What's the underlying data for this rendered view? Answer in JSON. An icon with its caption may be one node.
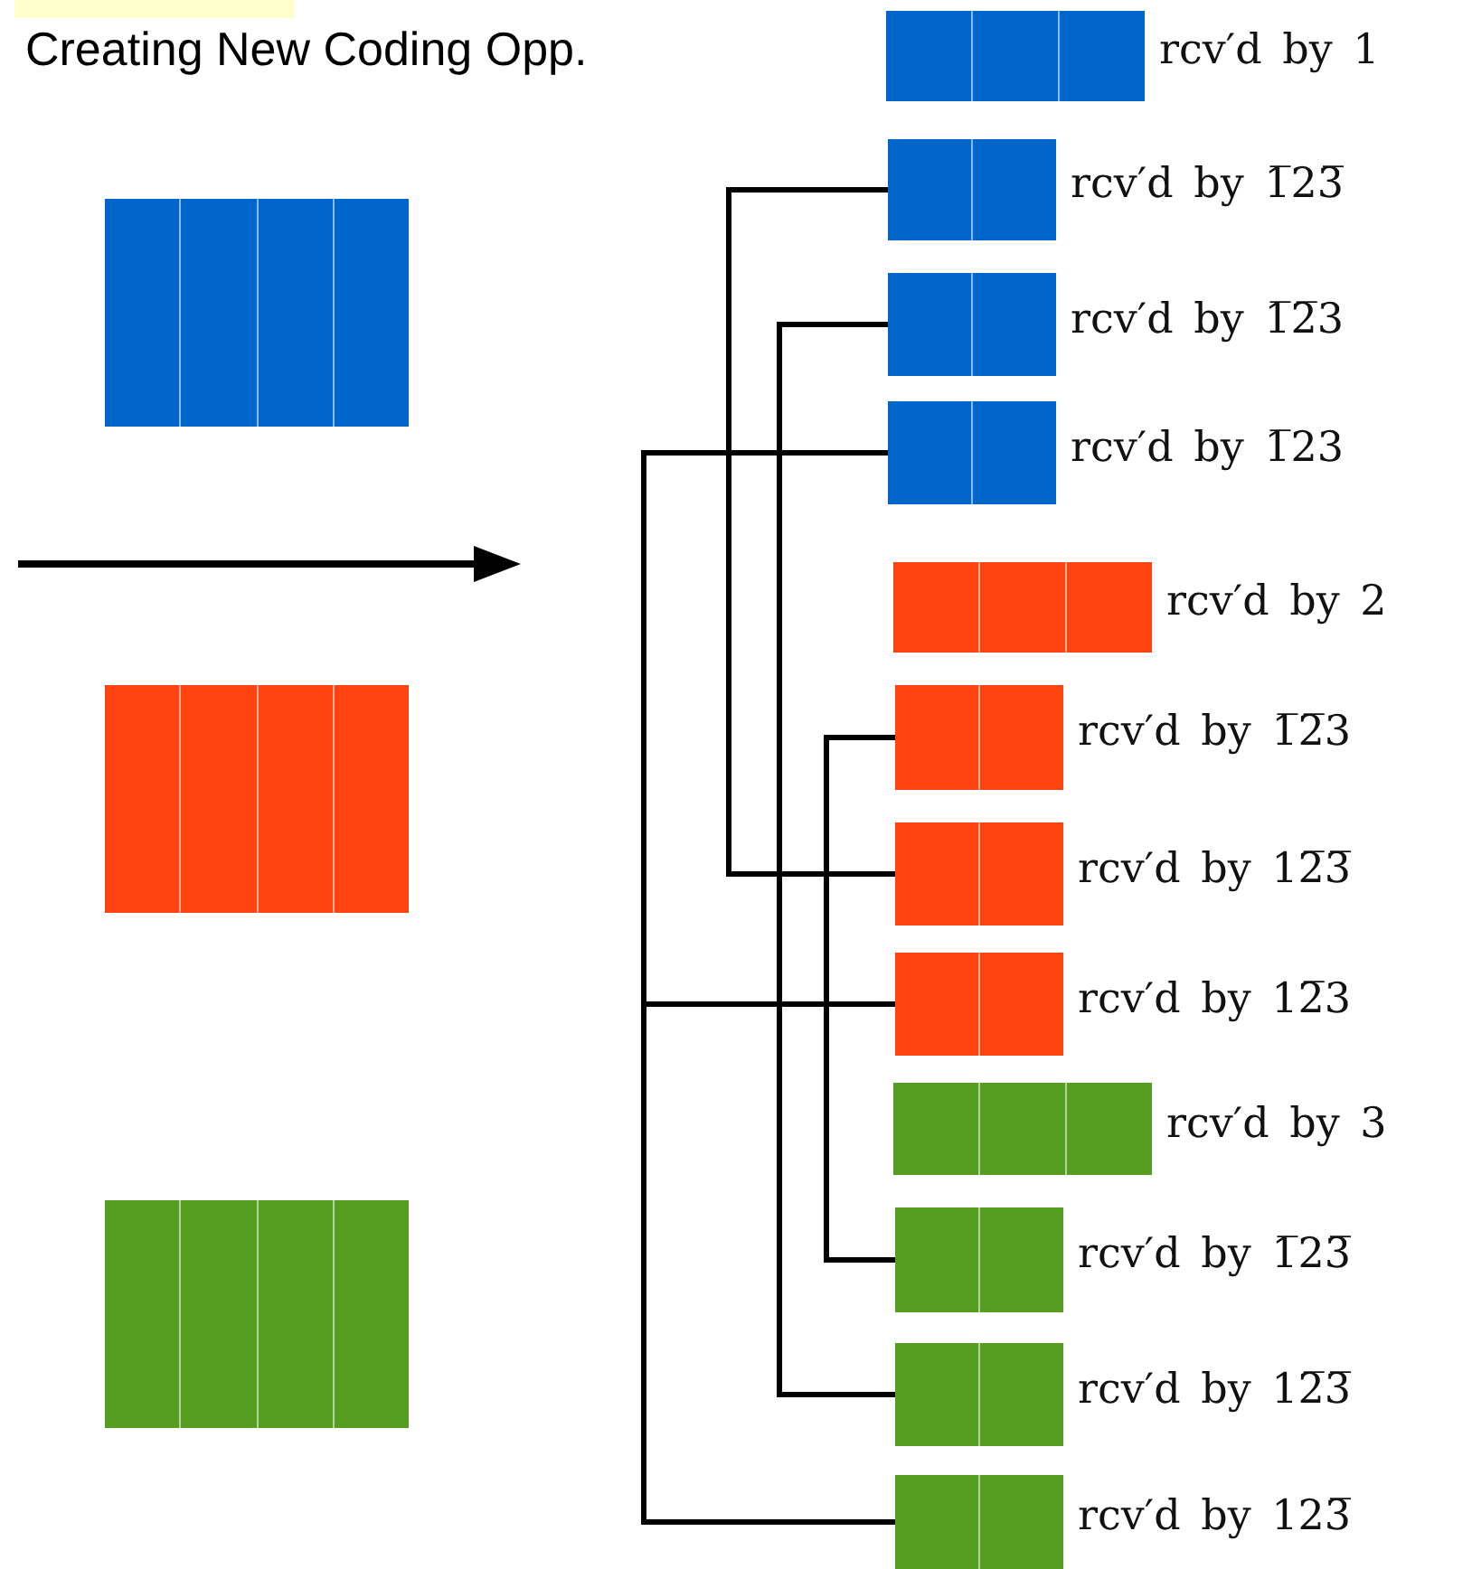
{
  "diagram": {
    "title": "Creating New Coding Opp.",
    "nodes": [
      {
        "text": [],
        "shape": "box"
      },
      {
        "text": [],
        "shape": "box"
      },
      {
        "text": [],
        "shape": "box"
      },
      {
        "text": [],
        "shape": "box",
        "beside": [
          "rcv′d by 1"
        ]
      },
      {
        "text": [],
        "shape": "box",
        "beside": [
          "rcv′d by 1̅23̅"
        ]
      },
      {
        "text": [],
        "shape": "box",
        "beside": [
          "rcv′d by 1̅2̅3"
        ]
      },
      {
        "text": [],
        "shape": "box",
        "beside": [
          "rcv′d by 1̅23"
        ]
      },
      {
        "text": [],
        "shape": "box",
        "beside": [
          "rcv′d by 2"
        ]
      },
      {
        "text": [],
        "shape": "box",
        "beside": [
          "rcv′d by 1̅2̅3"
        ]
      },
      {
        "text": [],
        "shape": "box",
        "beside": [
          "rcv′d by 12̅3̅"
        ]
      },
      {
        "text": [],
        "shape": "box",
        "beside": [
          "rcv′d by 12̅3"
        ]
      },
      {
        "text": [],
        "shape": "box",
        "beside": [
          "rcv′d by 3"
        ]
      },
      {
        "text": [],
        "shape": "box",
        "beside": [
          "rcv′d by 1̅23̅"
        ]
      },
      {
        "text": [],
        "shape": "box",
        "beside": [
          "rcv′d by 12̅3̅"
        ]
      },
      {
        "text": [],
        "shape": "box",
        "beside": [
          "rcv′d by 123̅"
        ]
      }
    ],
    "edges": [
      {
        "from": 4,
        "to": 9,
        "arrow": "none"
      },
      {
        "from": 5,
        "to": 13,
        "arrow": "none"
      },
      {
        "from": 6,
        "to": 10,
        "arrow": "none"
      },
      {
        "from": 6,
        "to": 14,
        "arrow": "none"
      },
      {
        "from": 8,
        "to": 12,
        "arrow": "none"
      }
    ]
  }
}
